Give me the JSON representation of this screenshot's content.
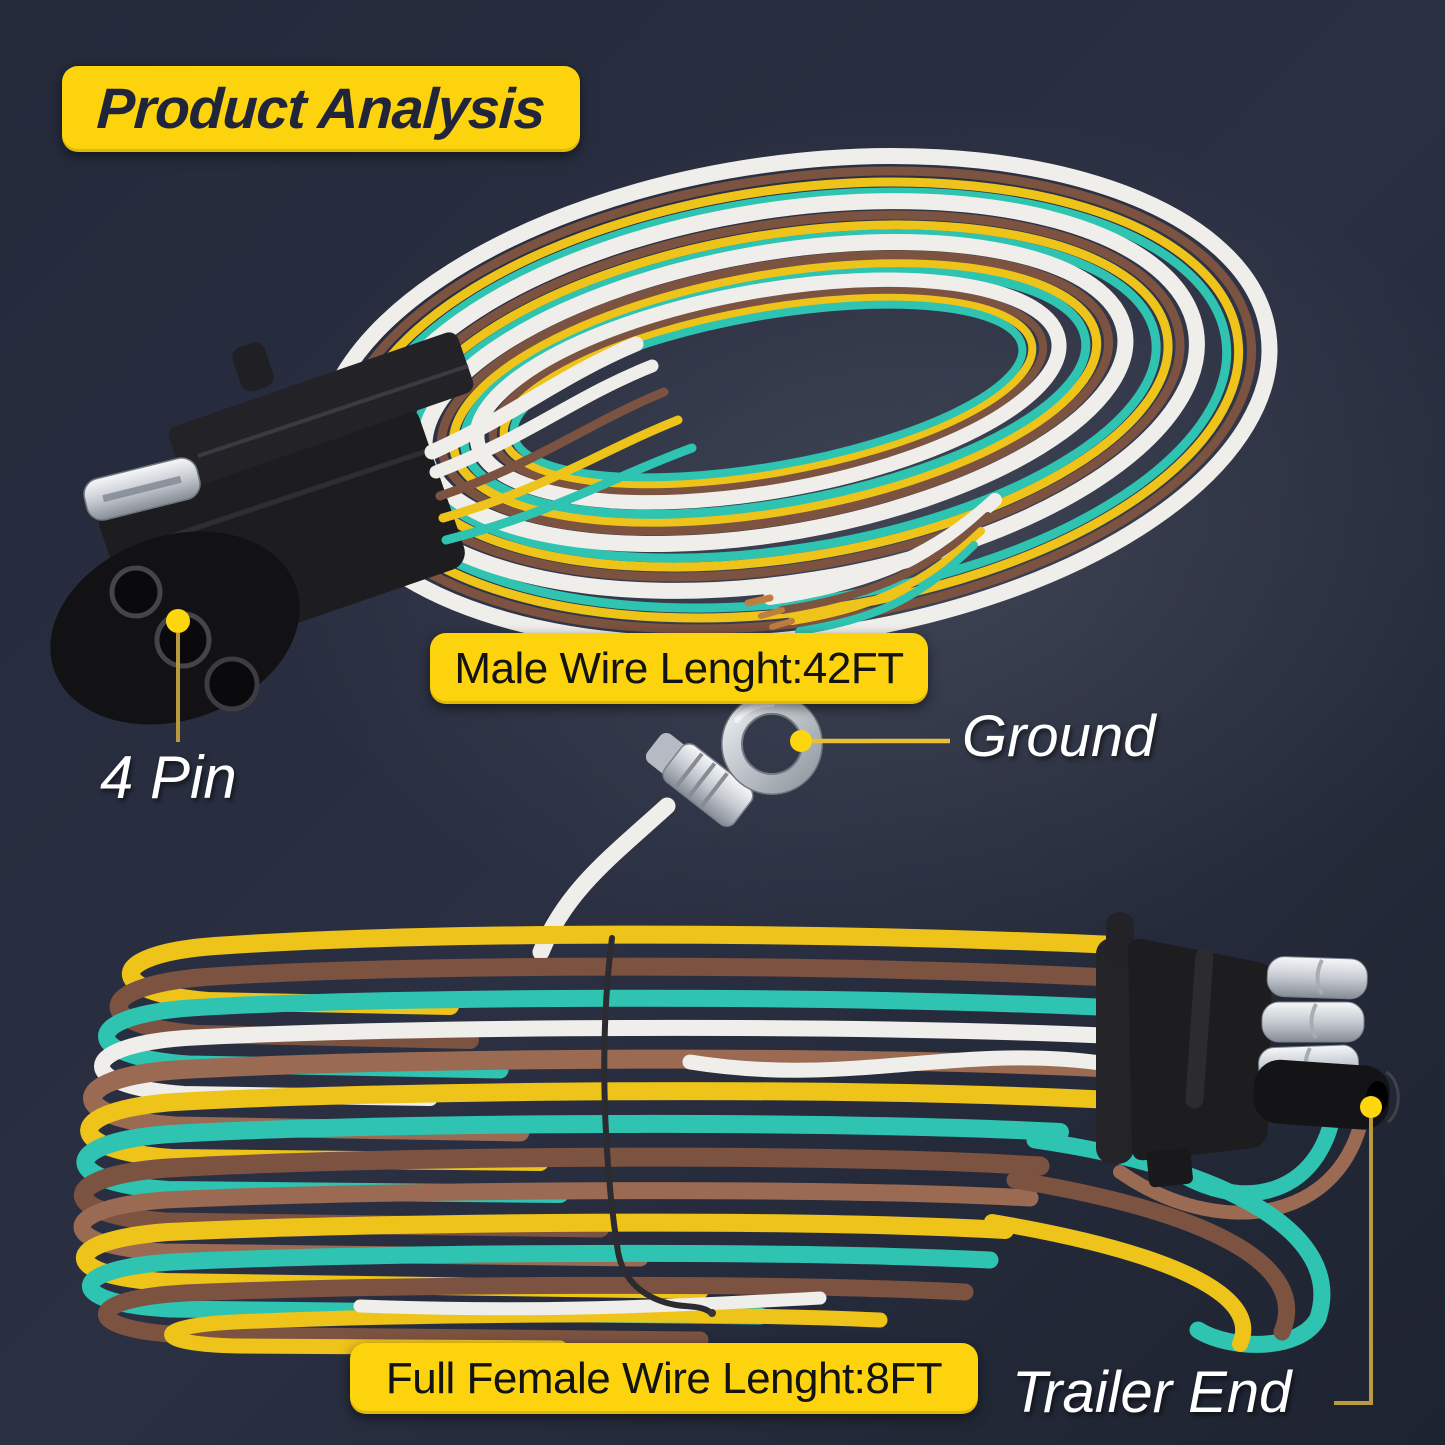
{
  "title": {
    "text": "Product Analysis"
  },
  "badges": {
    "male_wire": {
      "text": "Male Wire Lenght:42FT"
    },
    "female_wire": {
      "text": "Full Female Wire Lenght:8FT"
    }
  },
  "callouts": {
    "four_pin": {
      "label": "4 Pin"
    },
    "ground": {
      "label": "Ground"
    },
    "trailer_end": {
      "label": "Trailer End"
    }
  },
  "colors": {
    "background_a": "#242a3a",
    "background_b": "#1e2330",
    "accent_yellow": "#fdd30d",
    "title_text": "#20253a",
    "badge_text": "#131313",
    "annotation_text": "#ffffff",
    "callout_bright": "#fdd60e",
    "callout_olive": "#b99b3f",
    "wire_white": "#efeeea",
    "wire_yellow": "#eec31a",
    "wire_teal": "#2fc3b1",
    "wire_brown": "#7c5240",
    "wire_brown_light": "#9a6a52",
    "connector_black": "#1d1d20",
    "metal_light": "#d6dae0",
    "metal_dark": "#8d939c",
    "copper": "#bf7d3f"
  }
}
